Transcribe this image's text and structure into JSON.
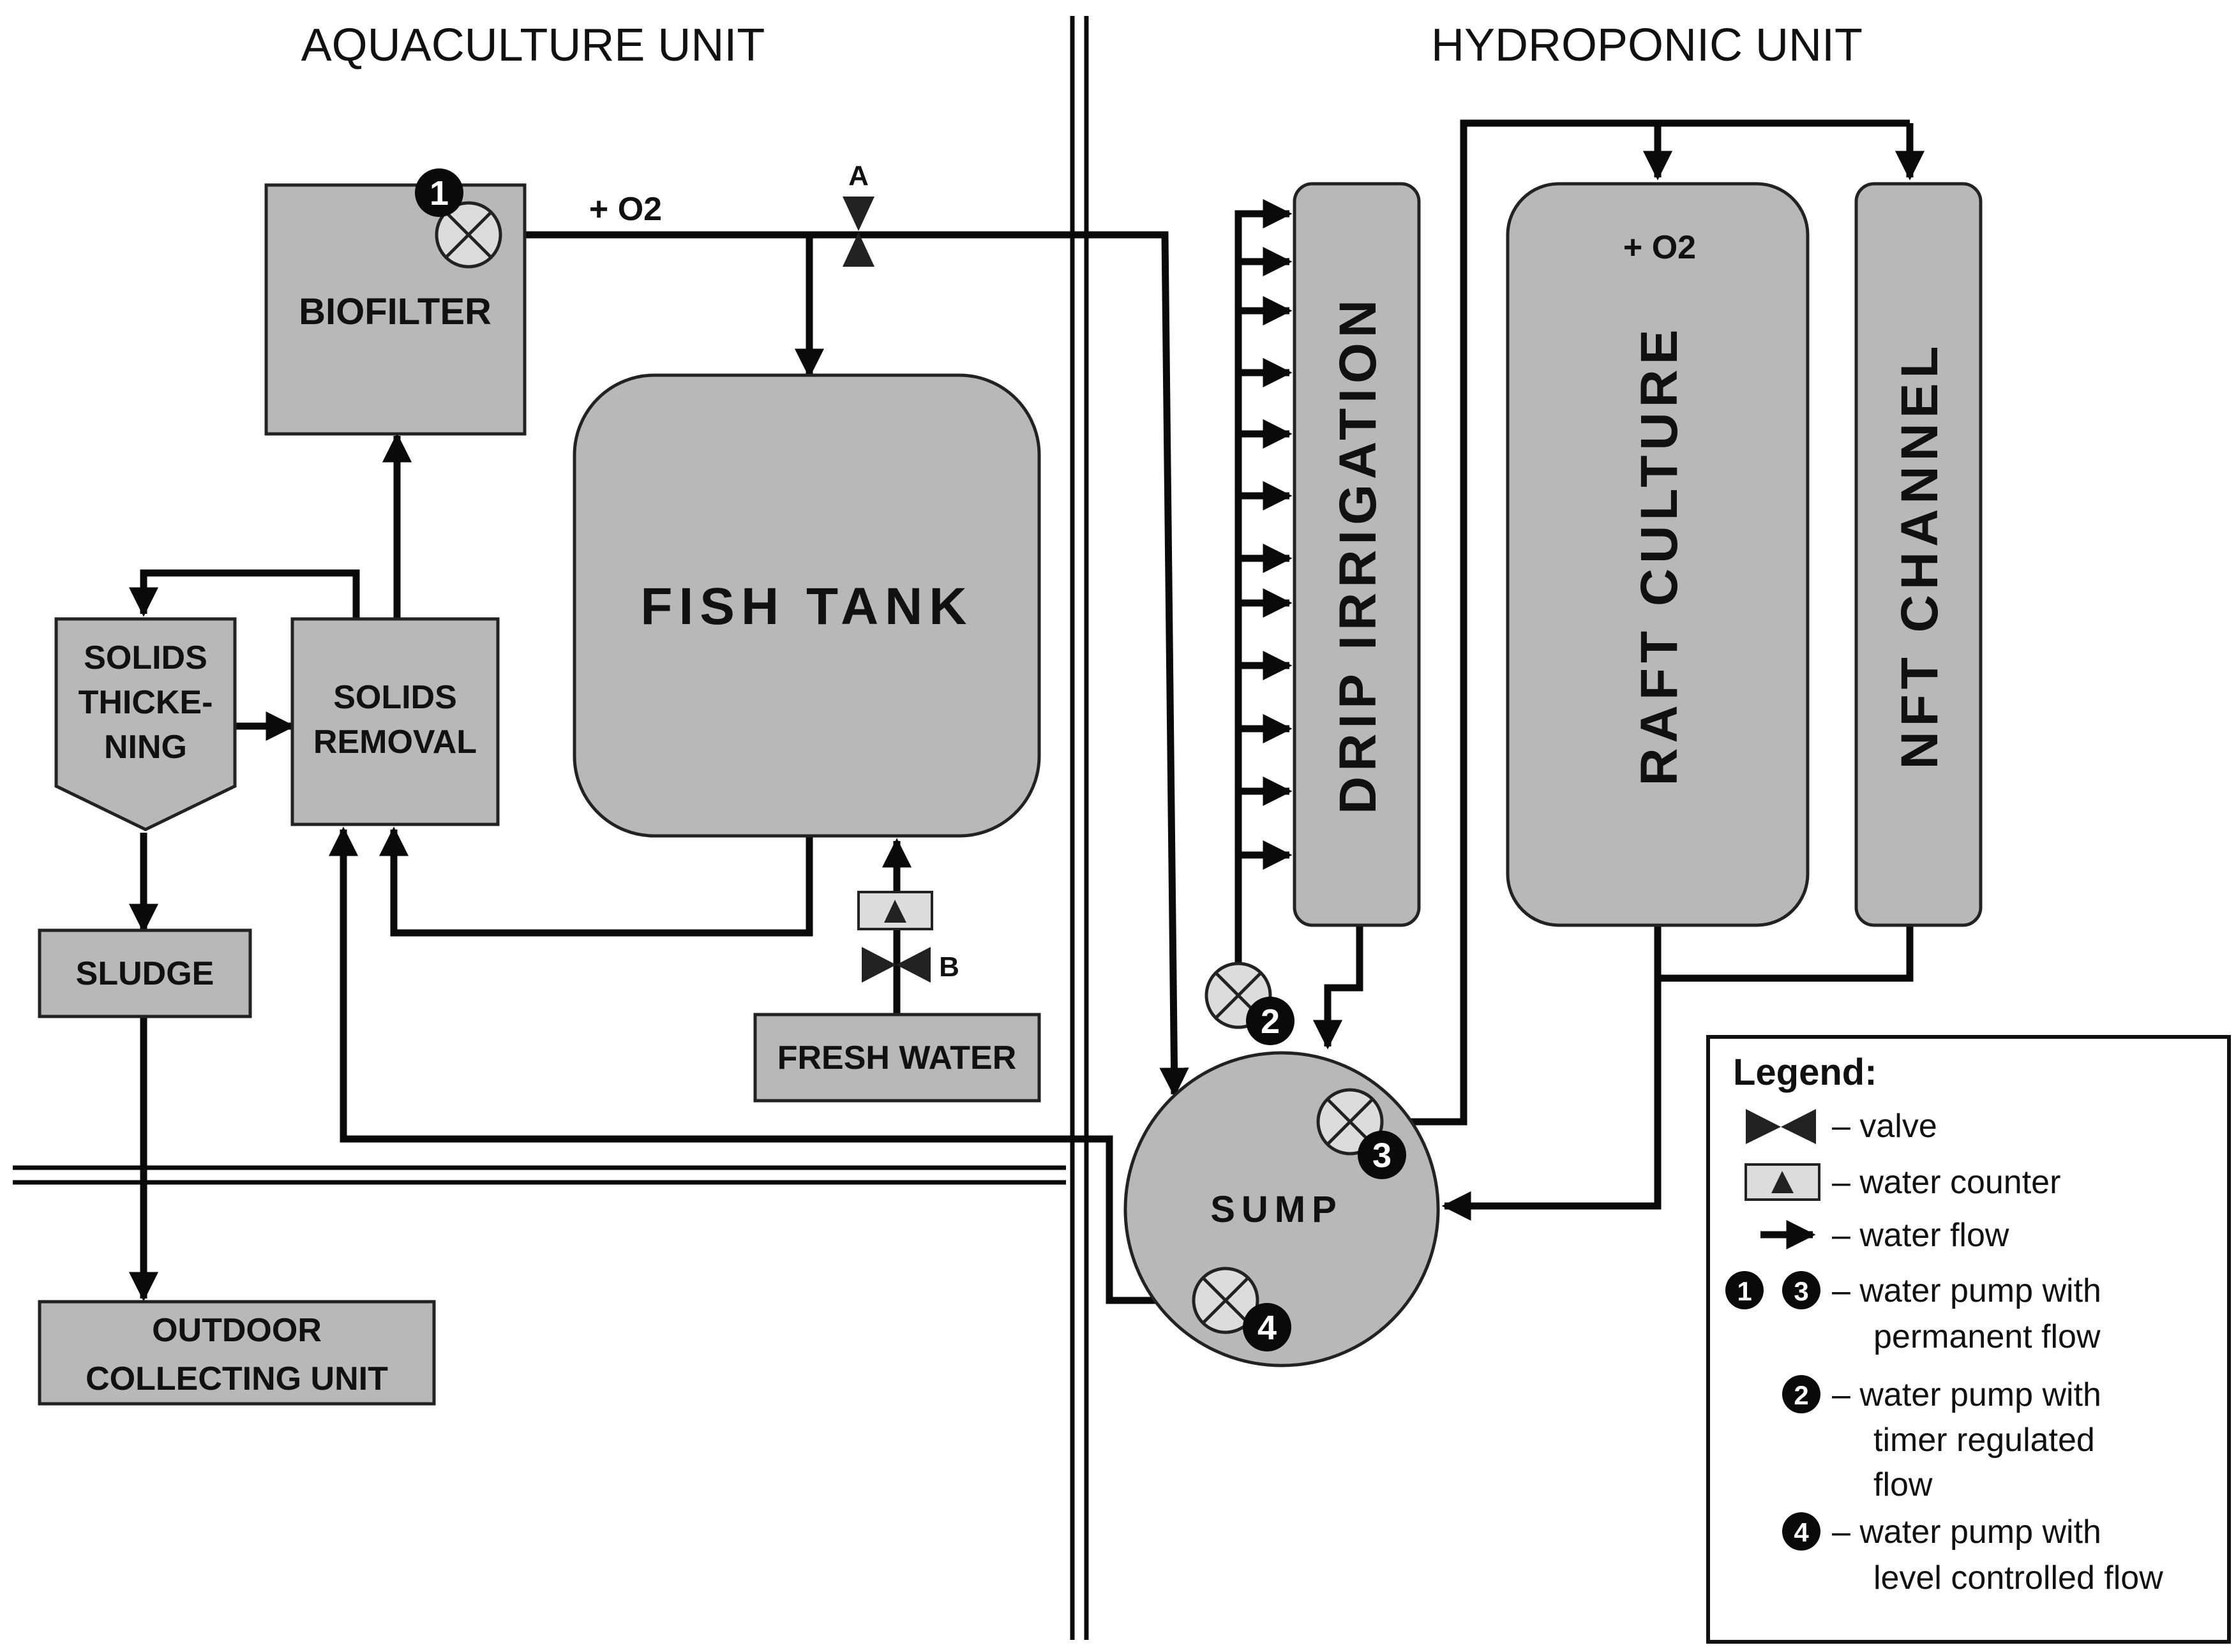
{
  "sections": {
    "aquaculture": "AQUACULTURE UNIT",
    "hydroponic": "HYDROPONIC UNIT"
  },
  "components": {
    "biofilter": "BIOFILTER",
    "fish_tank": "FISH TANK",
    "solids_thickening": [
      "SOLIDS",
      "THICKE-",
      "NING"
    ],
    "solids_removal": [
      "SOLIDS",
      "REMOVAL"
    ],
    "sludge": "SLUDGE",
    "fresh_water": "FRESH WATER",
    "outdoor_collecting_unit": [
      "OUTDOOR",
      "COLLECTING UNIT"
    ],
    "drip_irrigation": "DRIP IRRIGATION",
    "raft_culture": "RAFT CULTURE",
    "nft_channel": "NFT CHANNEL",
    "sump": "SUMP"
  },
  "annotations": {
    "oxygen_biofilter": "+ O2",
    "oxygen_raft": "+ O2",
    "valve_a": "A",
    "valve_b": "B"
  },
  "pumps": {
    "p1": "1",
    "p2": "2",
    "p3": "3",
    "p4": "4"
  },
  "legend": {
    "title": "Legend:",
    "valve": "– valve",
    "water_counter": "– water counter",
    "water_flow": "– water flow",
    "pump_permanent": [
      "– water pump with",
      "permanent flow"
    ],
    "pump_timer": [
      "– water pump with",
      "timer regulated",
      "flow"
    ],
    "pump_level": [
      "– water pump with",
      "level controlled flow"
    ],
    "pump_permanent_nums": [
      "1",
      "3"
    ],
    "pump_timer_num": "2",
    "pump_level_num": "4"
  },
  "colors": {
    "box_fill": "#b8b8b8",
    "line": "#0a0a0a",
    "pump_fill": "#dcdcdc"
  }
}
